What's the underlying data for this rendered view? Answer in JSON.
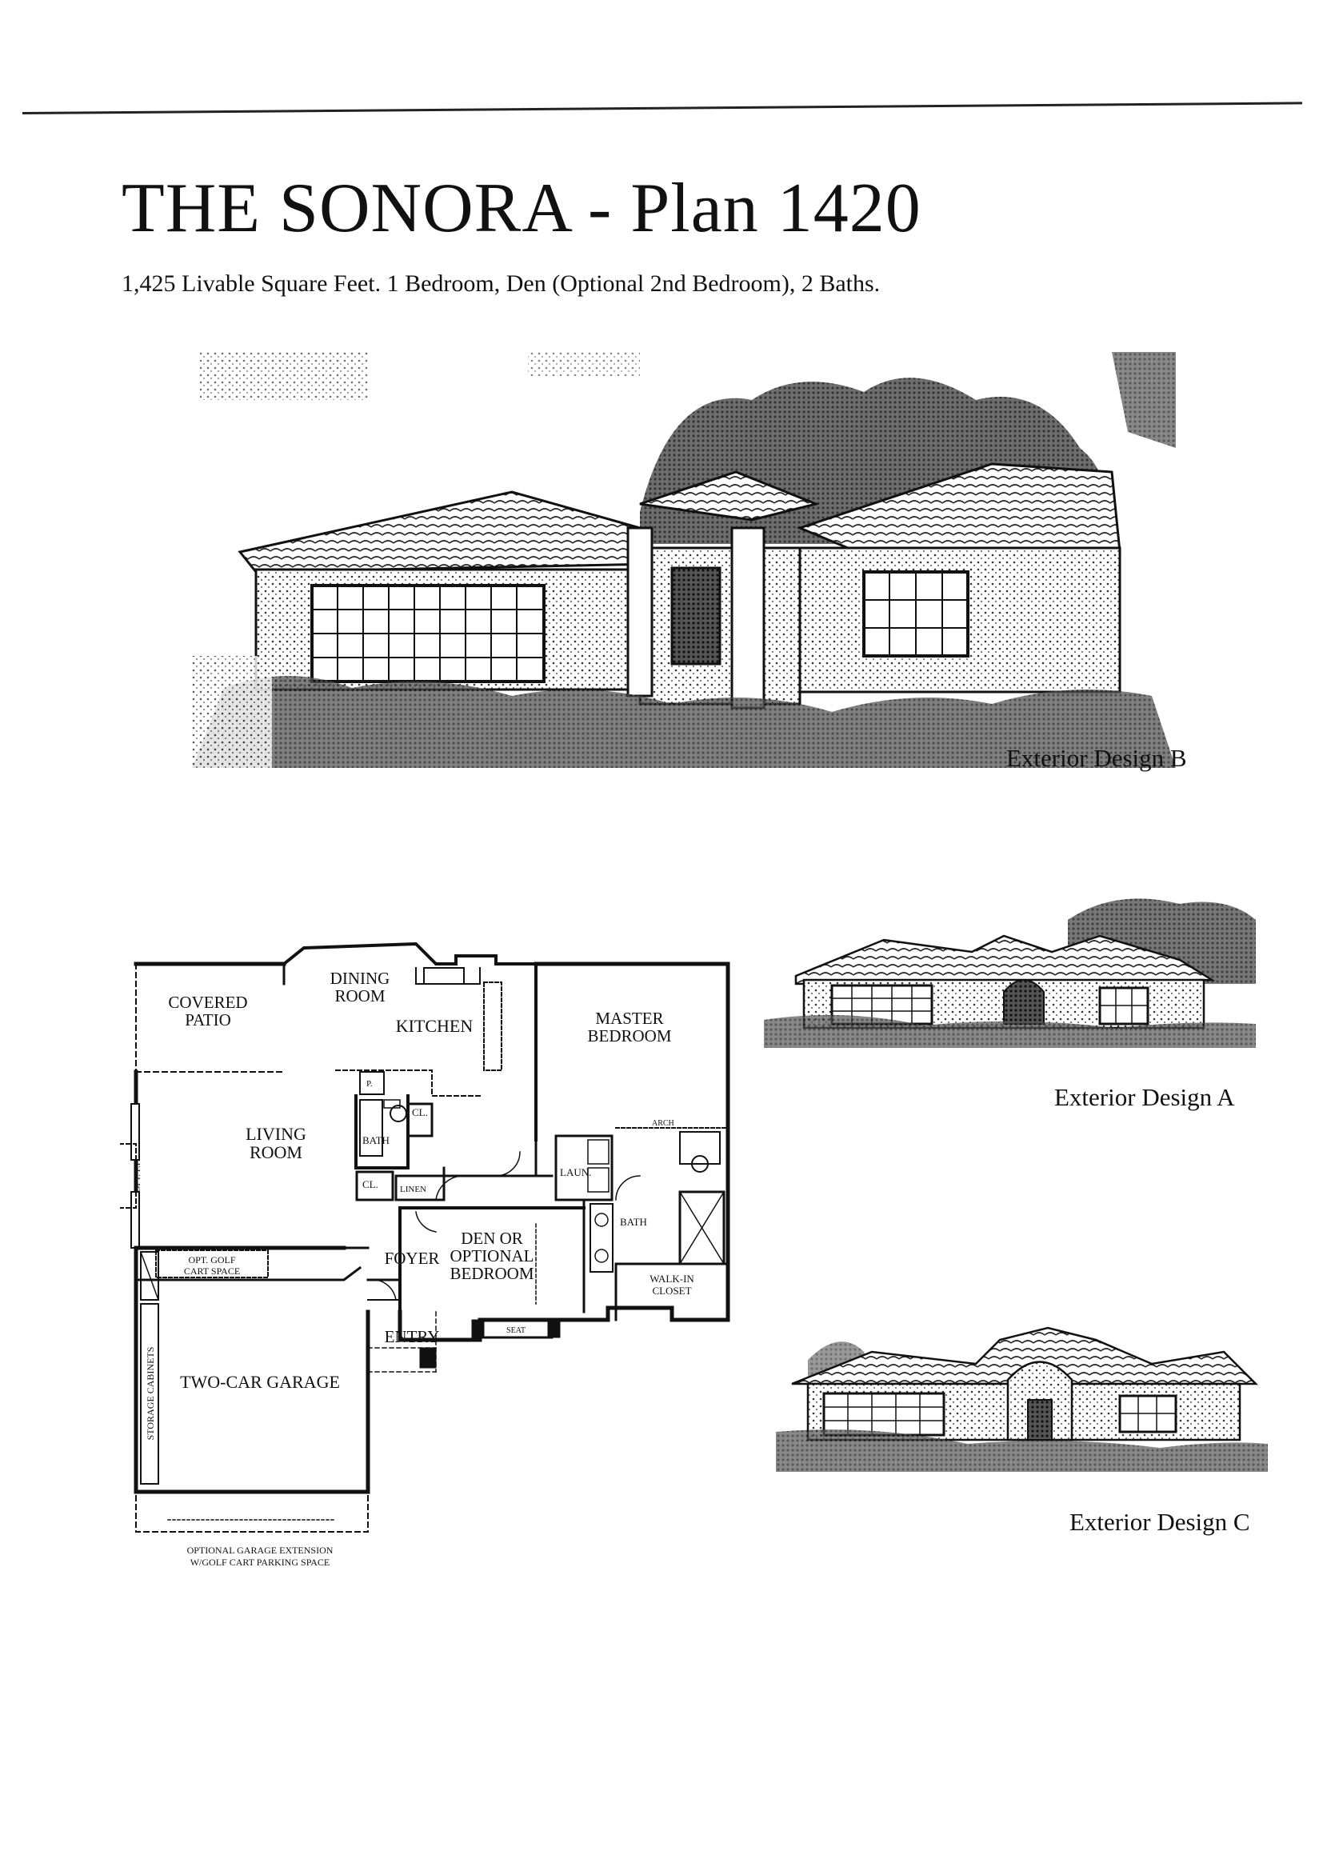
{
  "header": {
    "title": "THE SONORA - Plan 1420",
    "subtitle": "1,425 Livable Square Feet. 1 Bedroom, Den (Optional 2nd Bedroom), 2 Baths."
  },
  "exteriors": {
    "design_b": "Exterior Design B",
    "design_a": "Exterior Design A",
    "design_c": "Exterior Design C"
  },
  "floor_plan": {
    "covered_patio": [
      "COVERED",
      "PATIO"
    ],
    "dining_room": [
      "DINING",
      "ROOM"
    ],
    "kitchen": "KITCHEN",
    "master_bedroom": [
      "MASTER",
      "BEDROOM"
    ],
    "living_room": [
      "LIVING",
      "ROOM"
    ],
    "opt_fp": "OPT. F.P.",
    "pantry": "P.",
    "bath_1": "BATH",
    "closet_1": "CL.",
    "closet_2": "CL.",
    "linen": "LINEN",
    "laundry": "LAUN.",
    "arch": "ARCH",
    "bath_2": "BATH",
    "den": [
      "DEN OR",
      "OPTIONAL",
      "BEDROOM"
    ],
    "walk_in_closet": [
      "WALK-IN",
      "CLOSET"
    ],
    "seat": "SEAT",
    "foyer": "FOYER",
    "entry": "ENTRY",
    "golf_cart": [
      "OPT. GOLF",
      "CART SPACE"
    ],
    "storage_cabinets": "STORAGE CABINETS",
    "garage": "TWO-CAR GARAGE",
    "garage_extension": [
      "OPTIONAL GARAGE EXTENSION",
      "W/GOLF CART PARKING SPACE"
    ]
  }
}
